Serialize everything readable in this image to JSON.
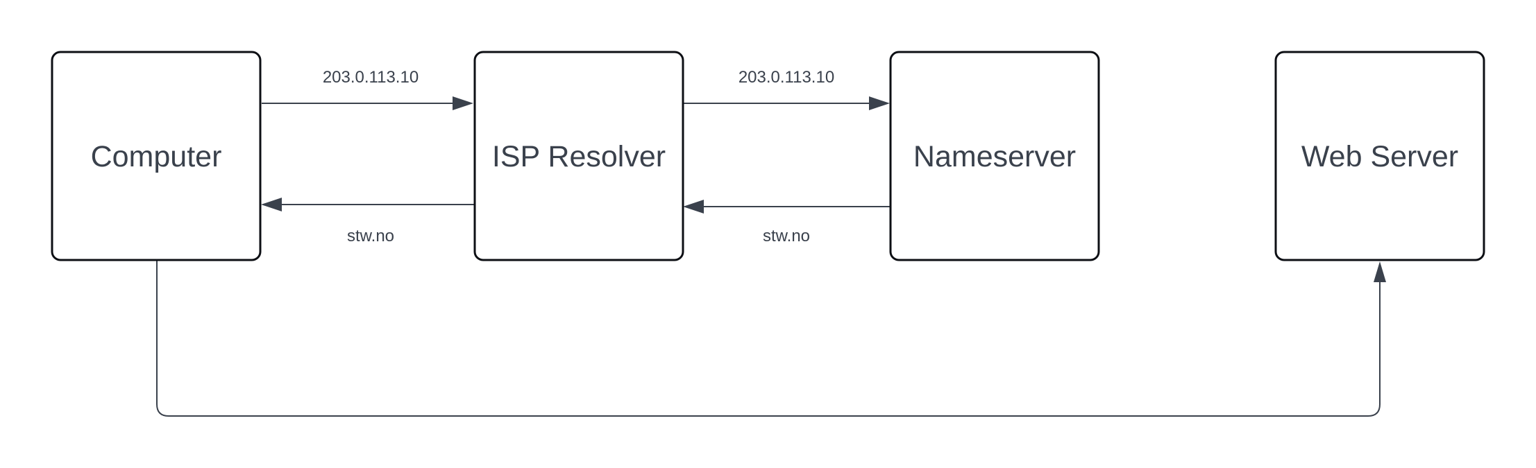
{
  "diagram": {
    "nodes": {
      "computer": {
        "label": "Computer"
      },
      "isp_resolver": {
        "label": "ISP Resolver"
      },
      "nameserver": {
        "label": "Nameserver"
      },
      "web_server": {
        "label": "Web Server"
      }
    },
    "edges": {
      "computer_to_resolver": {
        "label": "203.0.113.10"
      },
      "resolver_to_nameserver": {
        "label": "203.0.113.10"
      },
      "resolver_to_computer": {
        "label": "stw.no"
      },
      "nameserver_to_resolver": {
        "label": "stw.no"
      }
    },
    "colors": {
      "box_border": "#0d0f14",
      "text": "#3a414c",
      "background": "#ffffff"
    }
  }
}
